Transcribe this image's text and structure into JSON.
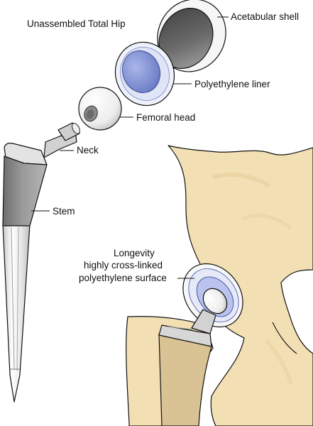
{
  "title": "Unassembled Total Hip",
  "labels": {
    "acetabular_shell": "Acetabular shell",
    "polyethylene_liner": "Polyethylene liner",
    "femoral_head": "Femoral head",
    "neck": "Neck",
    "stem": "Stem",
    "surface_line1": "Longevity",
    "surface_line2": "highly cross-linked",
    "surface_line3": "polyethylene surface"
  },
  "colors": {
    "bone": "#f3dfb4",
    "bone_cut": "#d9c294",
    "liner_blue": "#7f8fd2",
    "liner_ring": "#e6eaf8",
    "shell_dark": "#5e5e5e",
    "stem_dark": "#8c8c8c",
    "metal_light": "#e9e9e9"
  }
}
